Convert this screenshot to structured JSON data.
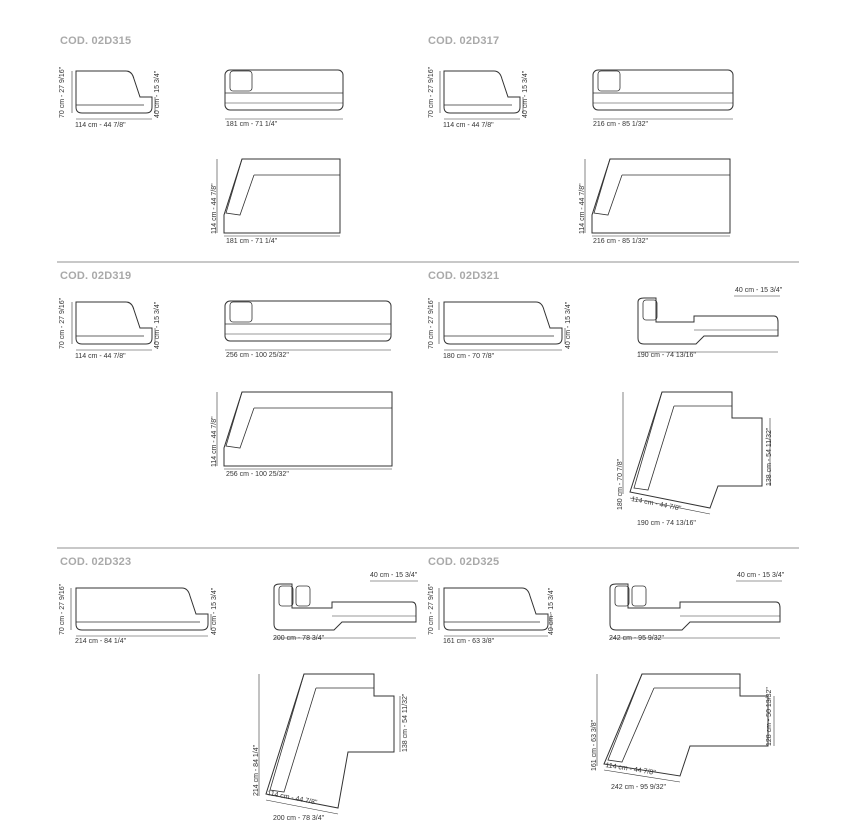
{
  "sections": [
    {
      "code": "COD. 02D315",
      "dims": {
        "front_width": "114 cm - 44 7/8\"",
        "front_height": "70 cm - 27 9/16\"",
        "side_height": "40 cm - 15 3/4\"",
        "long_width": "181 cm - 71 1/4\"",
        "plan_width": "181 cm - 71 1/4\"",
        "plan_depth": "114 cm - 44 7/8\""
      }
    },
    {
      "code": "COD. 02D317",
      "dims": {
        "front_width": "114 cm - 44 7/8\"",
        "front_height": "70 cm - 27 9/16\"",
        "side_height": "40 cm - 15 3/4\"",
        "long_width": "216 cm - 85 1/32\"",
        "plan_width": "216 cm - 85 1/32\"",
        "plan_depth": "114 cm - 44 7/8\""
      }
    },
    {
      "code": "COD. 02D319",
      "dims": {
        "front_width": "114 cm - 44 7/8\"",
        "front_height": "70 cm - 27 9/16\"",
        "side_height": "40 cm - 15 3/4\"",
        "long_width": "256 cm - 100 25/32\"",
        "plan_width": "256 cm - 100 25/32\"",
        "plan_depth": "114 cm - 44 7/8\""
      }
    },
    {
      "code": "COD. 02D321",
      "dims": {
        "front_width": "180 cm - 70 7/8\"",
        "front_height": "70 cm - 27 9/16\"",
        "side_height": "40 cm - 15 3/4\"",
        "top_dim": "40 cm - 15 3/4\"",
        "long_width": "190 cm - 74 13/16\"",
        "plan_right": "138 cm - 54 11/32\"",
        "plan_left": "180 cm - 70 7/8\"",
        "plan_diag": "114 cm - 44 7/8\"",
        "plan_bottom": "190 cm - 74 13/16\""
      }
    },
    {
      "code": "COD. 02D323",
      "dims": {
        "front_width": "214 cm - 84 1/4\"",
        "front_height": "70 cm - 27 9/16\"",
        "side_height": "40 cm - 15 3/4\"",
        "top_dim": "40 cm - 15 3/4\"",
        "long_width": "200 cm - 78 3/4\"",
        "plan_right": "138 cm - 54 11/32\"",
        "plan_left": "214 cm - 84 1/4\"",
        "plan_diag": "114 cm - 44 7/8\"",
        "plan_bottom": "200 cm - 78 3/4\""
      }
    },
    {
      "code": "COD. 02D325",
      "dims": {
        "front_width": "161 cm - 63 3/8\"",
        "front_height": "70 cm - 27 9/16\"",
        "side_height": "40 cm - 15 3/4\"",
        "top_dim": "40 cm - 15 3/4\"",
        "long_width": "242 cm - 95 9/32\"",
        "plan_right": "128 cm - 50 13/32\"",
        "plan_left": "161 cm - 63 3/8\"",
        "plan_diag": "114 cm - 44 7/8\"",
        "plan_bottom": "242 cm - 95 9/32\""
      }
    }
  ]
}
